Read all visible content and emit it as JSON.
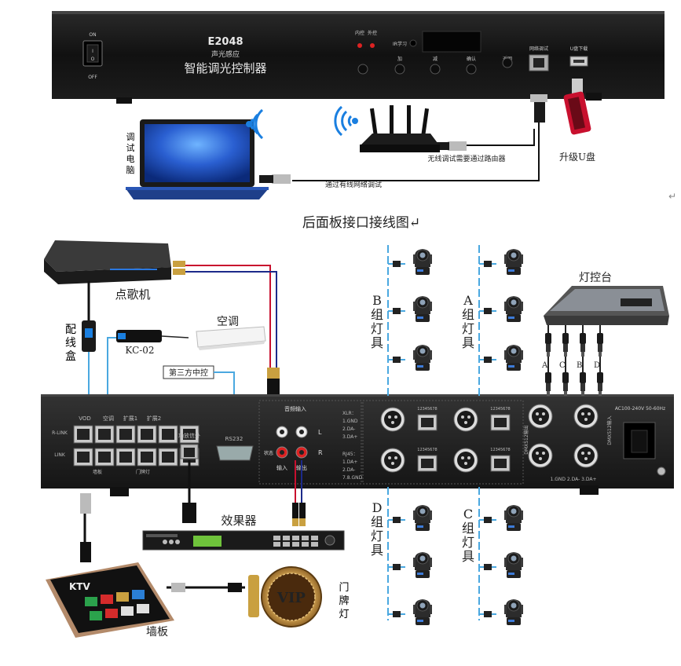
{
  "controller": {
    "model": "E2048",
    "subtitle": "声光感应",
    "name": "智能调光控制器",
    "switch_on": "ON",
    "switch_i": "I",
    "switch_o": "O",
    "switch_off": "OFF",
    "led_internal": "内控",
    "led_external": "外控",
    "ir_learn": "IR学习",
    "btn_add": "加",
    "btn_sub": "减",
    "btn_confirm": "确认",
    "btn_back": "返回",
    "net_debug": "网络调试",
    "usb_download": "U盘下载"
  },
  "top": {
    "debug_pc": "调试电脑",
    "usb_upgrade": "升级U盘",
    "wireless_note": "无线调试需要通过路由器",
    "wired_note": "通过有线网络调试",
    "return_mark": "↵"
  },
  "section_title": "后面板接口接线图↵",
  "devices": {
    "ktv_box": "点歌机",
    "junction_box": "配线盒",
    "kc02": "KC-02",
    "ac": "空调",
    "third_party": "第三方中控",
    "console": "灯控台",
    "effects": "效果器",
    "wall_panel": "墙板",
    "door_light": "门牌灯",
    "vip": "VIP",
    "ktv_brand": "KTV"
  },
  "groups": {
    "a": "A组灯具",
    "b": "B组灯具",
    "c": "C组灯具",
    "d": "D组灯具",
    "dmx_letters": [
      "A",
      "C",
      "B",
      "D"
    ]
  },
  "rear_panel": {
    "rj45_row1_labels": [
      "VOD",
      "空调",
      "扩展1",
      "扩展2"
    ],
    "rj45_row2_labels": [
      "墙板",
      "门牌灯"
    ],
    "rlink": "R-LINK",
    "link": "LINK",
    "amp_out": "功放信外",
    "rs232": "RS232",
    "audio_in": "音频输入",
    "in_label": "输入",
    "out_label": "输出",
    "status": "状态",
    "L": "L",
    "R": "R",
    "xlr_pins": [
      "XLR：",
      "1.GND",
      "2.DA-",
      "3.DA+"
    ],
    "rj45_pins": [
      "RJ45：",
      "1.DA+",
      "2.DA-",
      "7.8.GND"
    ],
    "pin_numbers": "12345678",
    "dmx_out": "DMX512输出",
    "dmx_in": "DMX512输入",
    "power": "AC100-240V 50-60Hz",
    "xlr_bottom": "1.GND 2.DA- 3.DA+"
  }
}
